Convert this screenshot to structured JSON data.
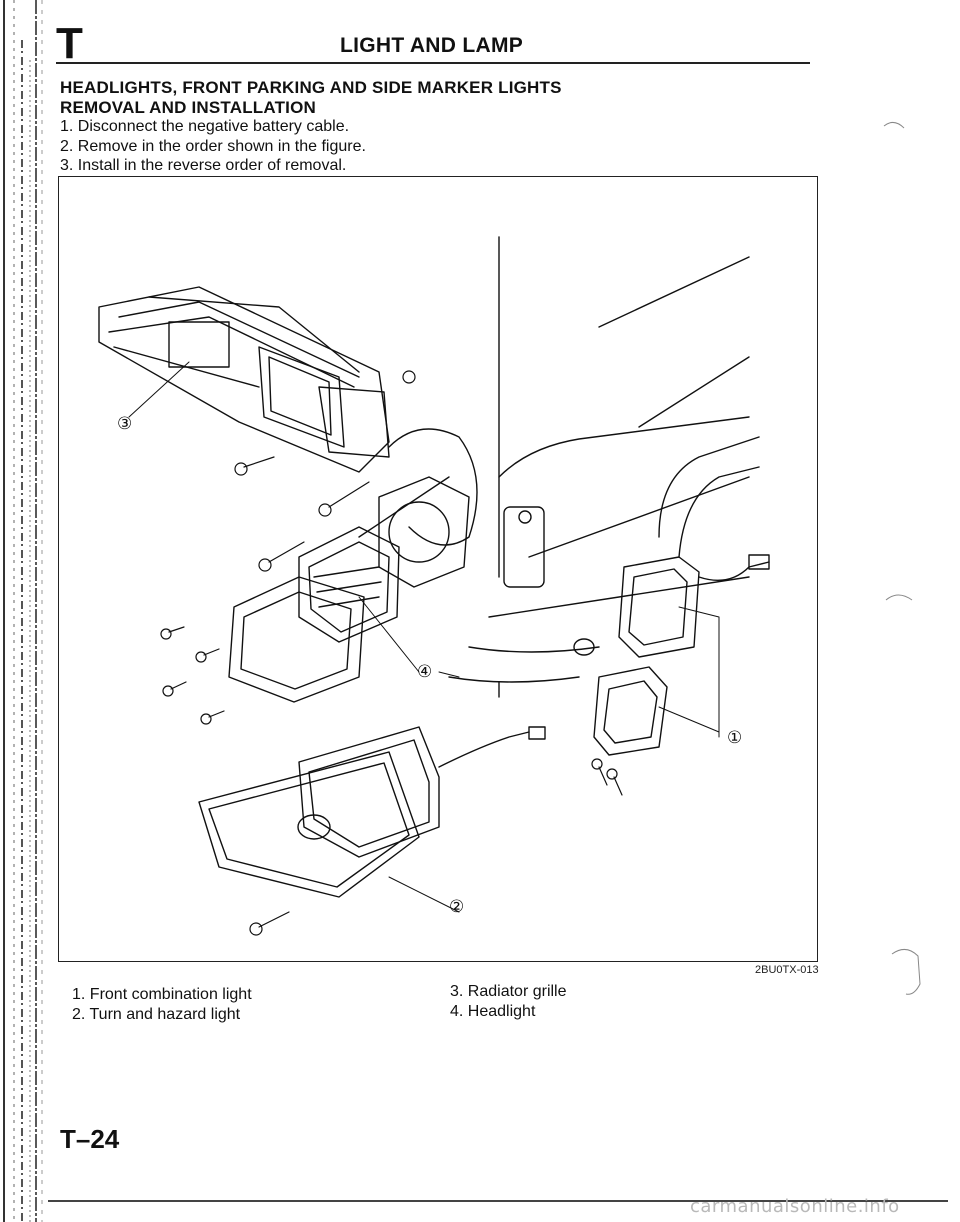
{
  "header": {
    "section_letter": "T",
    "title": "LIGHT AND LAMP"
  },
  "content": {
    "heading_1": "HEADLIGHTS, FRONT PARKING AND SIDE MARKER LIGHTS",
    "heading_2": "REMOVAL AND INSTALLATION",
    "steps": [
      "1. Disconnect the negative battery cable.",
      "2. Remove in the order shown in the figure.",
      "3. Install in the reverse order of removal."
    ]
  },
  "figure": {
    "code": "2BU0TX-013",
    "callouts": [
      "③",
      "④",
      "①",
      "②"
    ]
  },
  "legend": {
    "left": [
      "1. Front combination light",
      "2. Turn and hazard light"
    ],
    "right": [
      "3. Radiator grille",
      "4. Headlight"
    ]
  },
  "footer": {
    "page_number": "T–24",
    "watermark": "carmanualsonline.info"
  }
}
